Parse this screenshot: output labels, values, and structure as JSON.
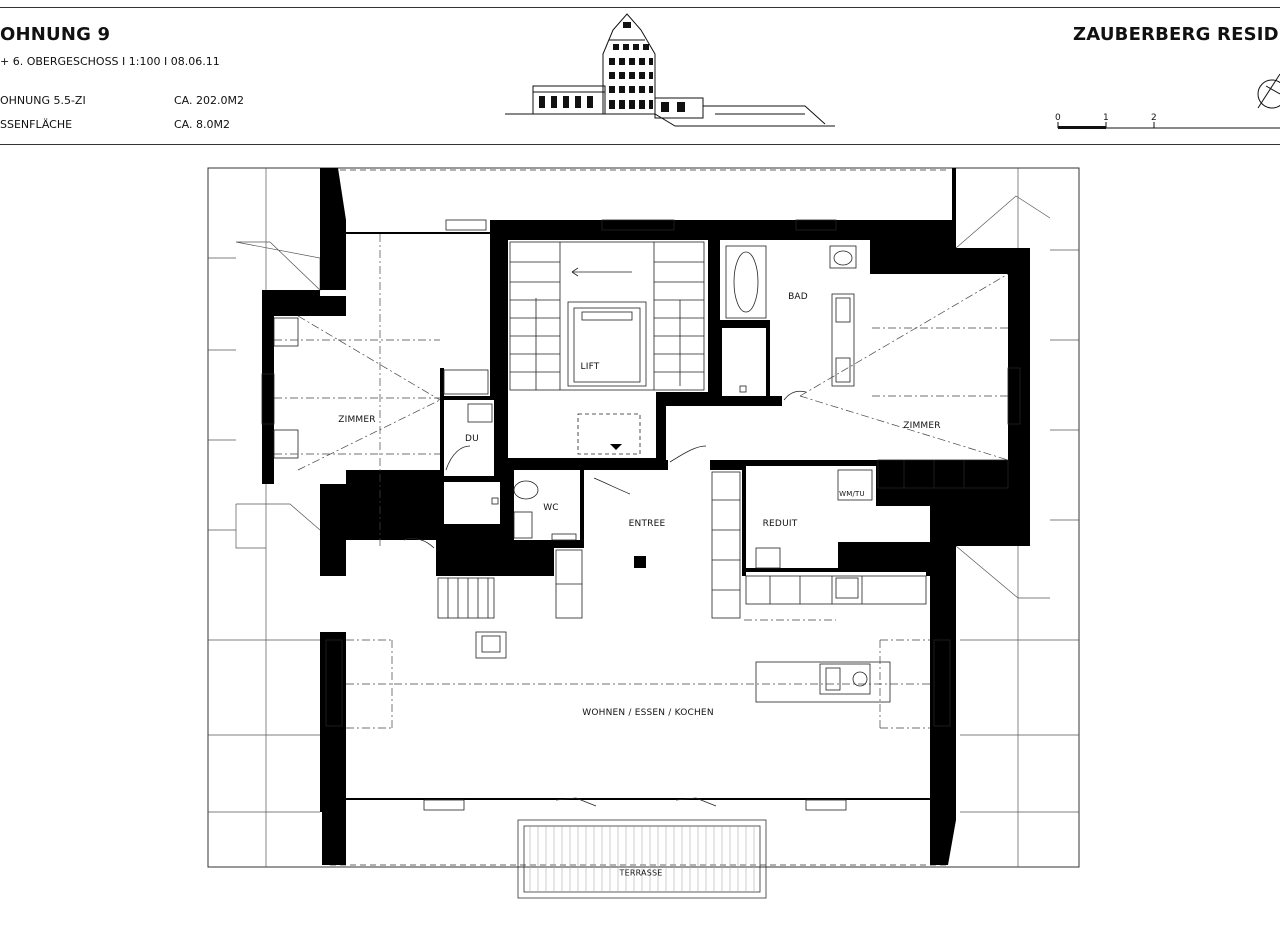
{
  "header": {
    "unit_title": "OHNUNG 9",
    "floor_line": "+ 6. OBERGESCHOSS  I  1:100  I  08.06.11",
    "area_rows": [
      {
        "label": "OHNUNG  5.5-ZI",
        "value": "CA. 202.0M2"
      },
      {
        "label": "SSENFLÄCHE",
        "value": "CA. 8.0M2"
      }
    ],
    "project_title": "ZAUBERBERG RESIDENCE",
    "scale_ticks": [
      "0",
      "1",
      "2"
    ]
  },
  "rooms": {
    "zimmer_left": "ZIMMER",
    "du": "DU",
    "lift": "LIFT",
    "bad": "BAD",
    "zimmer_right": "ZIMMER",
    "wc": "WC",
    "entree": "ENTREE",
    "reduit": "REDUIT",
    "wm_tu": "WM/TU",
    "wohnen": "WOHNEN / ESSEN / KOCHEN",
    "terrasse": "TERRASSE"
  },
  "colors": {
    "wall": "#000000",
    "line": "#333333",
    "background": "#ffffff"
  }
}
